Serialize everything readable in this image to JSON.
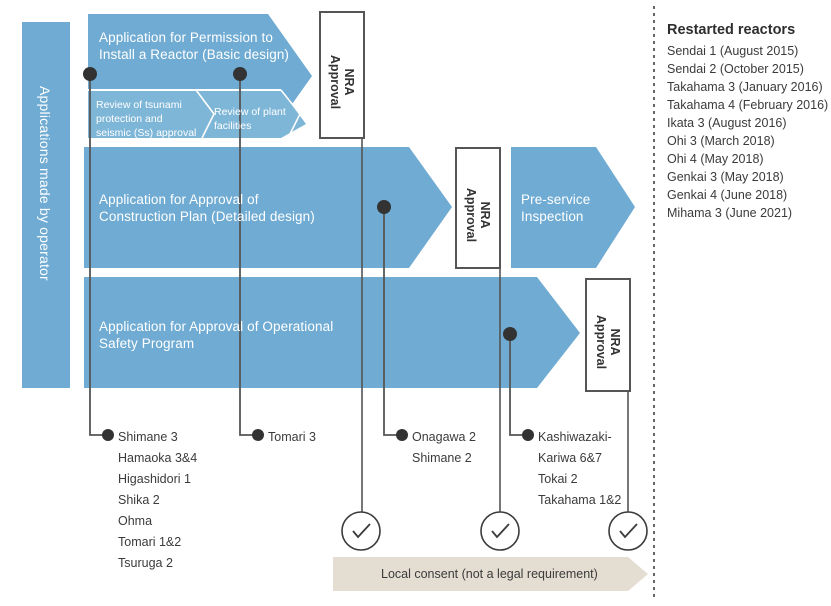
{
  "colors": {
    "blue": "#6fabd2",
    "blue_sub": "#7eb6d8",
    "beige": "#e4ddd2",
    "dark": "#3b3b3b",
    "dot": "#333333",
    "line": "#555555",
    "box_border": "#555555",
    "text_light": "#ffffff"
  },
  "left_bar": {
    "label": "Applications made by operator"
  },
  "bands": [
    {
      "id": "band-permission",
      "label": "Application for Permission to\nInstall a Reactor (Basic design)",
      "sub_steps": [
        {
          "label": "Review of tsunami\nprotection and\nseismic (Ss) approval"
        },
        {
          "label": "Review of plant\nfacilities"
        }
      ]
    },
    {
      "id": "band-construction",
      "label": "Application for Approval of\nConstruction Plan (Detailed design)"
    },
    {
      "id": "band-safety",
      "label": "Application for Approval of Operational\nSafety Program"
    }
  ],
  "preservice": {
    "label": "Pre-service\nInspection"
  },
  "nra_boxes": [
    {
      "id": "nra-approval-1",
      "label": "NRA\nApproval"
    },
    {
      "id": "nra-approval-2",
      "label": "NRA\nApproval"
    },
    {
      "id": "nra-approval-3",
      "label": "NRA\nApproval"
    }
  ],
  "leader_groups": [
    {
      "id": "group-shimane3",
      "items": [
        "Shimane 3",
        "Hamaoka 3&4",
        "Higashidori 1",
        "Shika 2",
        "Ohma",
        "Tomari 1&2",
        "Tsuruga 2"
      ]
    },
    {
      "id": "group-tomari3",
      "items": [
        "Tomari 3"
      ]
    },
    {
      "id": "group-onagawa2",
      "items": [
        "Onagawa 2",
        "Shimane 2"
      ]
    },
    {
      "id": "group-kashiwazaki",
      "items": [
        "Kashiwazaki-",
        "Kariwa 6&7",
        "Tokai 2",
        "Takahama 1&2"
      ]
    }
  ],
  "consent": {
    "label": "Local consent (not a legal requirement)",
    "check_icon": "check-icon"
  },
  "sidebar": {
    "title": "Restarted reactors",
    "items": [
      "Sendai 1 (August 2015)",
      "Sendai 2 (October 2015)",
      "Takahama 3 (January 2016)",
      "Takahama 4 (February 2016)",
      "Ikata 3 (August 2016)",
      "Ohi 3 (March 2018)",
      "Ohi 4 (May 2018)",
      "Genkai 3 (May 2018)",
      "Genkai 4 (June 2018)",
      "Mihama 3 (June 2021)"
    ]
  }
}
